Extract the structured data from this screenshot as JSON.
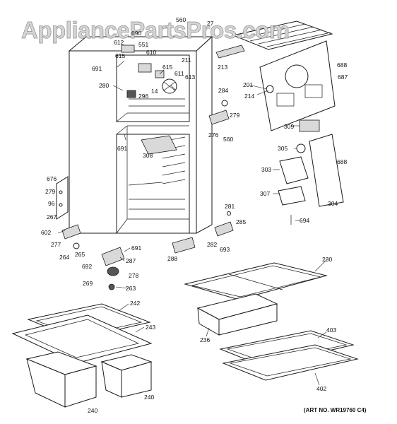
{
  "watermark": "AppliancePartsPros.com",
  "art_number": "(ART NO. WR19760 C4)",
  "callouts": [
    {
      "id": "c560a",
      "text": "560"
    },
    {
      "id": "c27",
      "text": "27"
    },
    {
      "id": "c690",
      "text": "690"
    },
    {
      "id": "c612",
      "text": "612"
    },
    {
      "id": "c551",
      "text": "551"
    },
    {
      "id": "c615a",
      "text": "615"
    },
    {
      "id": "c610",
      "text": "610"
    },
    {
      "id": "c691a",
      "text": "691"
    },
    {
      "id": "c211",
      "text": "211"
    },
    {
      "id": "c615b",
      "text": "615"
    },
    {
      "id": "c611",
      "text": "611"
    },
    {
      "id": "c613",
      "text": "613"
    },
    {
      "id": "c14",
      "text": "14"
    },
    {
      "id": "c280",
      "text": "280"
    },
    {
      "id": "c296",
      "text": "296"
    },
    {
      "id": "c213",
      "text": "213"
    },
    {
      "id": "c688a",
      "text": "688"
    },
    {
      "id": "c687",
      "text": "687"
    },
    {
      "id": "c201",
      "text": "201"
    },
    {
      "id": "c214",
      "text": "214"
    },
    {
      "id": "c284",
      "text": "284"
    },
    {
      "id": "c279",
      "text": "279"
    },
    {
      "id": "c276",
      "text": "276"
    },
    {
      "id": "c560b",
      "text": "560"
    },
    {
      "id": "c309",
      "text": "309"
    },
    {
      "id": "c691b",
      "text": "691"
    },
    {
      "id": "c308",
      "text": "308"
    },
    {
      "id": "c305",
      "text": "305"
    },
    {
      "id": "c303",
      "text": "303"
    },
    {
      "id": "c688b",
      "text": "688"
    },
    {
      "id": "c676",
      "text": "676"
    },
    {
      "id": "c279b",
      "text": "279"
    },
    {
      "id": "c96",
      "text": "96"
    },
    {
      "id": "c267",
      "text": "267"
    },
    {
      "id": "c307",
      "text": "307"
    },
    {
      "id": "c304",
      "text": "304"
    },
    {
      "id": "c281",
      "text": "281"
    },
    {
      "id": "c285",
      "text": "285"
    },
    {
      "id": "c694",
      "text": "694"
    },
    {
      "id": "c602",
      "text": "602"
    },
    {
      "id": "c282",
      "text": "282"
    },
    {
      "id": "c693",
      "text": "693"
    },
    {
      "id": "c277",
      "text": "277"
    },
    {
      "id": "c691c",
      "text": "691"
    },
    {
      "id": "c264",
      "text": "264"
    },
    {
      "id": "c265",
      "text": "265"
    },
    {
      "id": "c287",
      "text": "287"
    },
    {
      "id": "c288",
      "text": "288"
    },
    {
      "id": "c692",
      "text": "692"
    },
    {
      "id": "c278",
      "text": "278"
    },
    {
      "id": "c230",
      "text": "230"
    },
    {
      "id": "c269",
      "text": "269"
    },
    {
      "id": "c263",
      "text": "263"
    },
    {
      "id": "c242",
      "text": "242"
    },
    {
      "id": "c243",
      "text": "243"
    },
    {
      "id": "c236",
      "text": "236"
    },
    {
      "id": "c403",
      "text": "403"
    },
    {
      "id": "c402",
      "text": "402"
    },
    {
      "id": "c240a",
      "text": "240"
    },
    {
      "id": "c240b",
      "text": "240"
    }
  ]
}
